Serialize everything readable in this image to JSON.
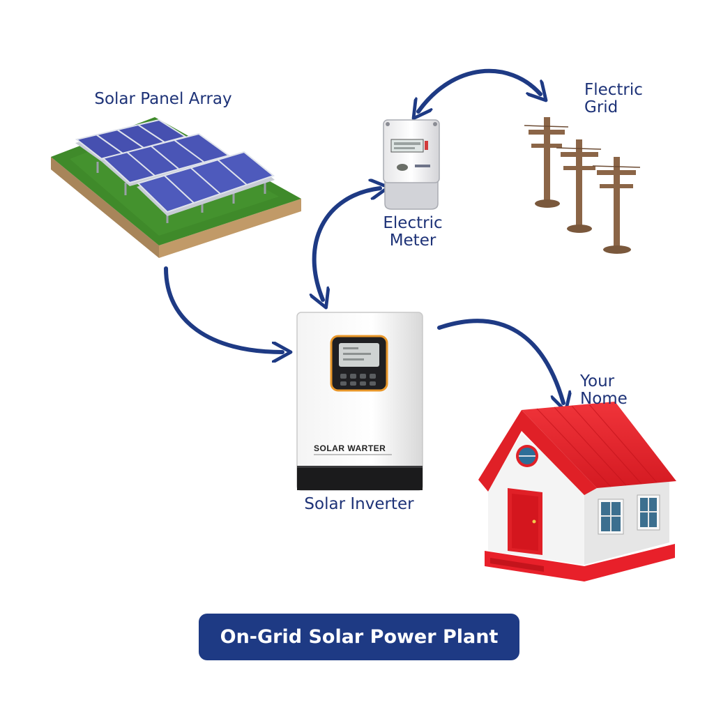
{
  "labels": {
    "solar_panel_array": "Solar Panel Array",
    "electric_meter_line1": "Electric",
    "electric_meter_line2": "Meter",
    "electric_grid_line1": "Flectric",
    "electric_grid_line2": "Grid",
    "solar_inverter": "Solar Inverter",
    "your_home_line1": "Your",
    "your_home_line2": "Nome"
  },
  "inverter_brand": "SOLAR WARTER",
  "banner_title": "On-Grid Solar Power Plant",
  "colors": {
    "label_text": "#1d3277",
    "arrow": "#1e3a84",
    "banner_bg": "#1e3a84",
    "roof_red": "#e8202a",
    "panel_blue": "#4650b0",
    "grass_green": "#3f8a2a",
    "pole_brown": "#8b6547",
    "inverter_accent": "#e8972a"
  }
}
